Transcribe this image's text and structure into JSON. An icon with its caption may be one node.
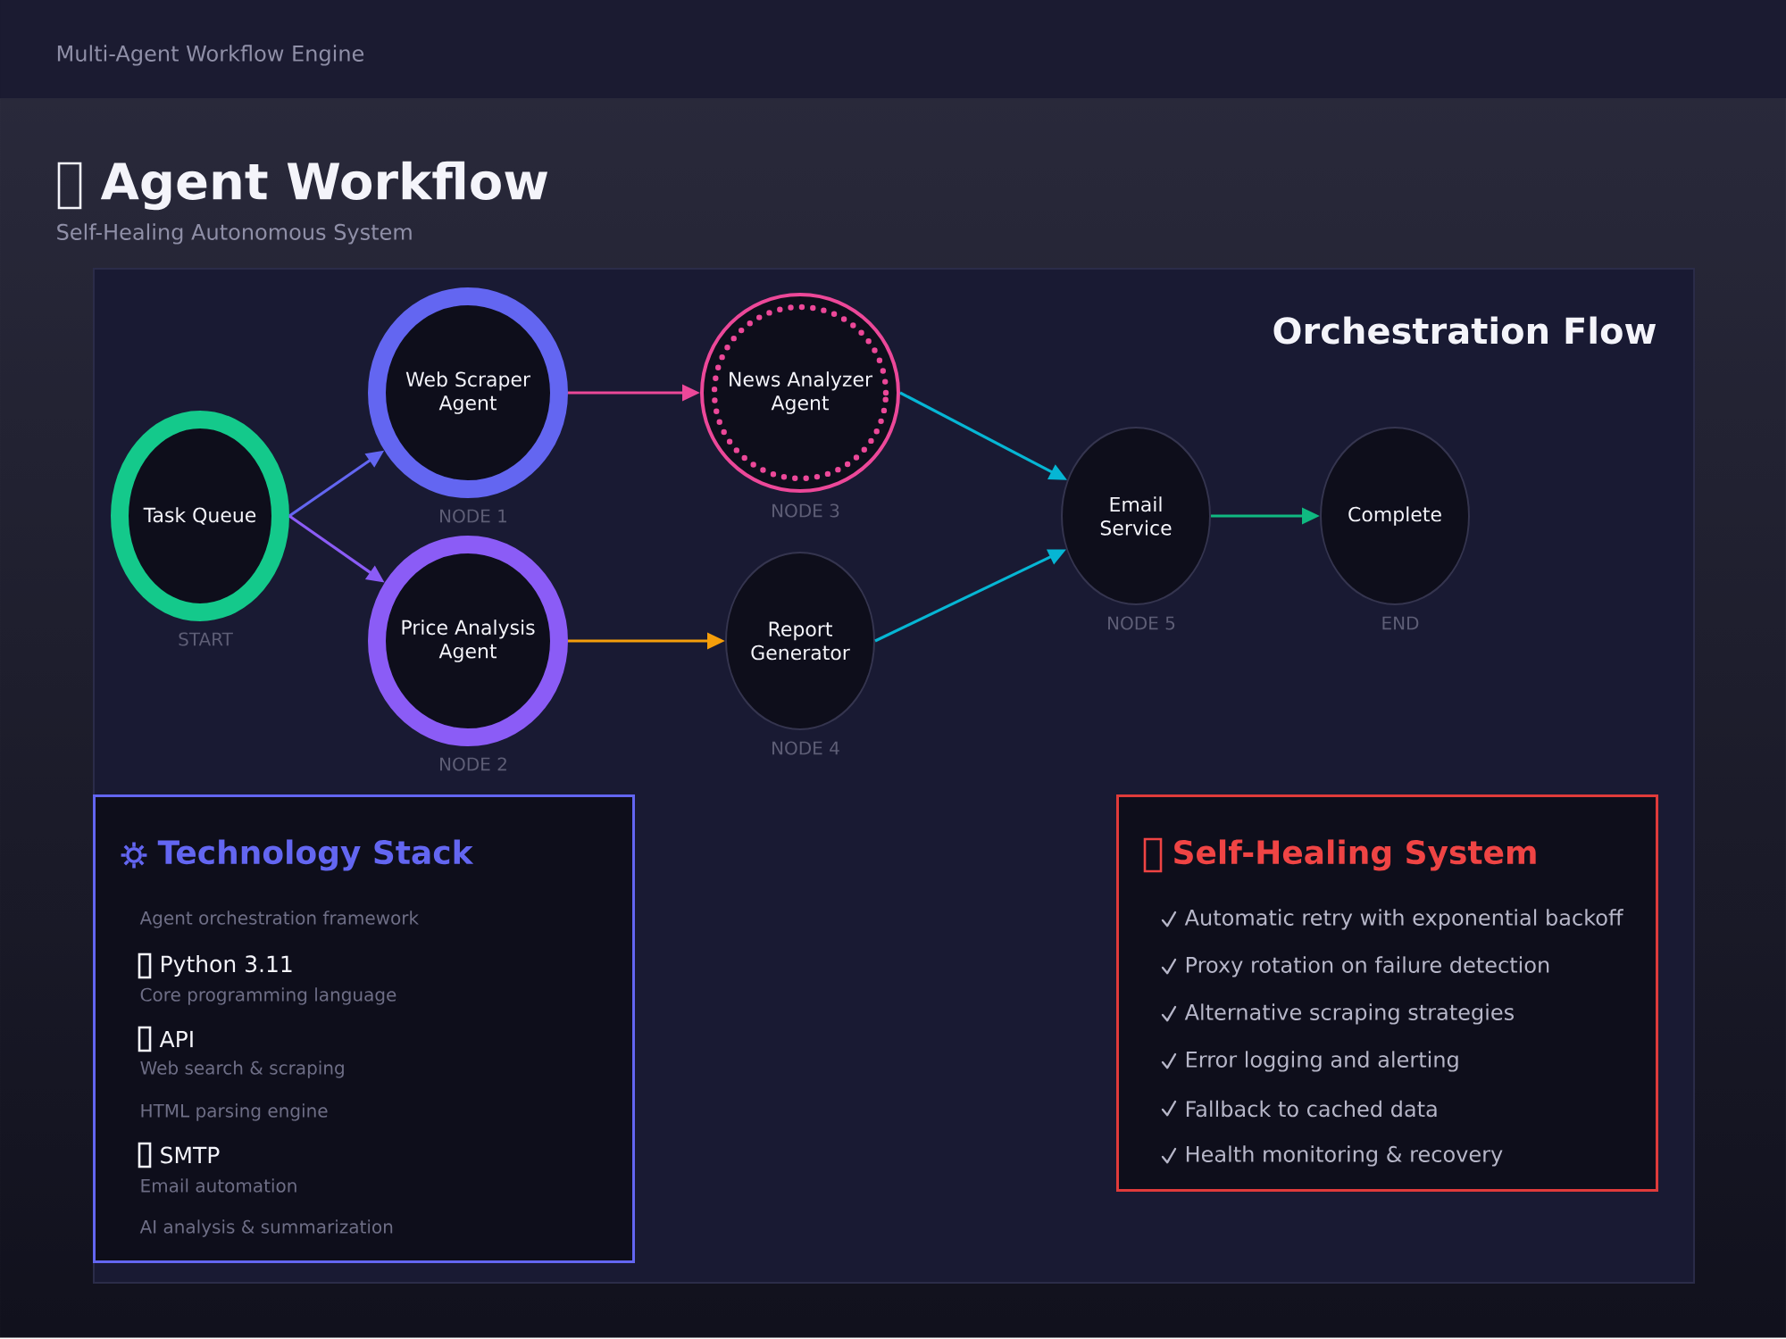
{
  "diagram": {
    "title": "Agent Workflow",
    "nodes": [
      {
        "text": [
          "Orchestration Flow"
        ]
      },
      {
        "text": [
          "Task Queue"
        ],
        "in": 0,
        "beside": [
          "START"
        ]
      },
      {
        "text": [
          "Web Scraper Agent"
        ],
        "in": 0,
        "beside": [
          "NODE 1"
        ]
      },
      {
        "text": [
          "Price Analysis Agent"
        ],
        "in": 0,
        "beside": [
          "NODE 2"
        ]
      },
      {
        "text": [
          "News Analyzer Agent"
        ],
        "in": 0,
        "beside": [
          "NODE 3"
        ]
      },
      {
        "text": [
          "Report Generator"
        ],
        "in": 0,
        "beside": [
          "NODE 4"
        ]
      },
      {
        "text": [
          "Email Service"
        ],
        "in": 0,
        "beside": [
          "NODE 5"
        ]
      },
      {
        "text": [
          "Complete"
        ],
        "in": 0,
        "beside": [
          "END"
        ]
      },
      {
        "text": [
          "Technology Stack",
          "Agent orchestration framework",
          "Python 3.11",
          "Core programming language",
          "API",
          "Web search & scraping",
          "HTML parsing engine",
          "SMTP",
          "Email automation",
          "AI analysis & summarization"
        ],
        "in": 0
      },
      {
        "text": [
          "Self-Healing System",
          "Automatic retry with exponential backoff",
          "Proxy rotation on failure detection",
          "Alternative scraping strategies",
          "Error logging and alerting",
          "Fallback to cached data",
          "Health monitoring & recovery"
        ],
        "in": 0
      }
    ],
    "edges": [
      {
        "from": 1,
        "to": 2,
        "arrow": "to",
        "color": "#6366f1"
      },
      {
        "from": 1,
        "to": 3,
        "arrow": "to",
        "color": "#8b5cf6"
      },
      {
        "from": 2,
        "to": 4,
        "arrow": "to",
        "color": "#ec4899"
      },
      {
        "from": 3,
        "to": 5,
        "arrow": "to",
        "color": "#f59e0b"
      },
      {
        "from": 4,
        "to": 6,
        "arrow": "to",
        "color": "#06b6d4"
      },
      {
        "from": 5,
        "to": 6,
        "arrow": "to",
        "color": "#06b6d4"
      },
      {
        "from": 6,
        "to": 7,
        "arrow": "to",
        "color": "#10b981"
      }
    ],
    "labels": [
      "Multi-Agent Workflow Engine",
      "Self-Healing Autonomous System"
    ]
  }
}
